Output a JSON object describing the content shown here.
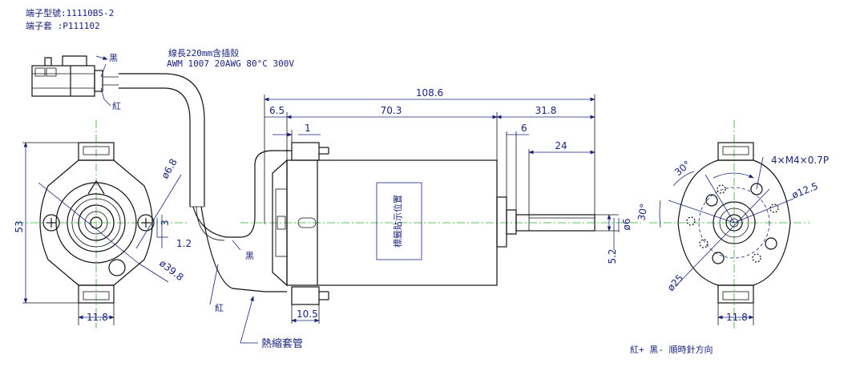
{
  "header": {
    "terminal_model_label": "端子型號:11110BS-2",
    "terminal_sleeve_label": "端子套 :P111102"
  },
  "wire": {
    "length_note": "線長220mm含插殼",
    "spec_note": "AWM 1007 20AWG 80°C 300V",
    "black_label": "黑",
    "red_label": "紅",
    "black_label_2": "黑",
    "red_label_2": "紅",
    "heat_shrink_label": "熱縮套管"
  },
  "motor": {
    "sticker_label": "標籤貼示位置"
  },
  "dimensions": {
    "overall_length": "108.6",
    "flange_offset": "6.5",
    "body_length": "70.3",
    "shaft_length": "31.8",
    "boss_thickness": "1",
    "shaft_step": "6",
    "shaft_flat_length": "24",
    "shaft_diameter": "ø6",
    "flat_depth": "5.2",
    "terminal_width": "10.5",
    "left_height": "53",
    "left_hole_dia": "ø6.8",
    "left_small_dim": "3",
    "left_small_dim_2": "1.2",
    "left_body_dia": "ø39.8",
    "left_base_width": "11.8",
    "right_base_width": "11.8",
    "screw_spec": "4×M4×0.7P",
    "pitch_dia": "ø25",
    "boss_dia": "ø12.5",
    "angle_1": "30°",
    "angle_2": "30°"
  },
  "footer": {
    "rotation_note": "紅+ 黑- 順時針方向"
  }
}
